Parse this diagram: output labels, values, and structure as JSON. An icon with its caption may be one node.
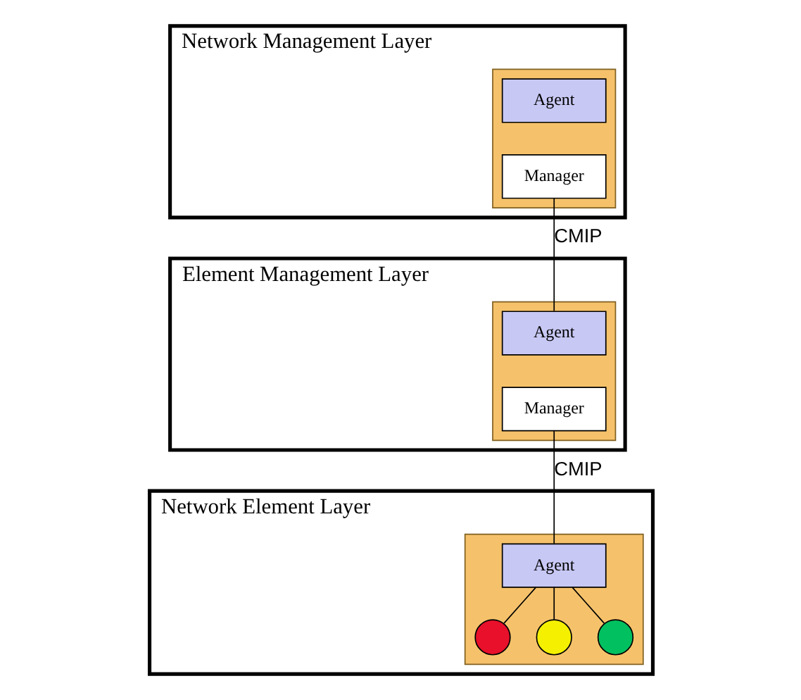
{
  "diagram": {
    "nodes": [
      {
        "text": [
          "Network Management Layer"
        ]
      },
      {
        "text": [],
        "shape": "box",
        "in": 0
      },
      {
        "text": [
          "Agent"
        ],
        "in": 1
      },
      {
        "text": [
          "Manager"
        ],
        "in": 1
      },
      {
        "text": [
          "Element Management Layer"
        ]
      },
      {
        "text": [],
        "shape": "box",
        "in": 4
      },
      {
        "text": [
          "Agent"
        ],
        "in": 5
      },
      {
        "text": [
          "Manager"
        ],
        "in": 5
      },
      {
        "text": [
          "Network Element Layer"
        ]
      },
      {
        "text": [],
        "shape": "box",
        "in": 8
      },
      {
        "text": [
          "Agent"
        ],
        "in": 9
      },
      {
        "text": [],
        "shape": "circle",
        "in": 9
      },
      {
        "text": [],
        "shape": "circle",
        "in": 9
      },
      {
        "text": [],
        "shape": "circle",
        "in": 9
      }
    ],
    "edges": [
      {
        "from": 3,
        "to": 6,
        "arrow": "none",
        "label": "CMIP"
      },
      {
        "from": 7,
        "to": 10,
        "arrow": "none",
        "label": "CMIP"
      },
      {
        "from": 10,
        "to": 11,
        "arrow": "none"
      },
      {
        "from": 10,
        "to": 12,
        "arrow": "none"
      },
      {
        "from": 10,
        "to": 13,
        "arrow": "none"
      }
    ]
  }
}
